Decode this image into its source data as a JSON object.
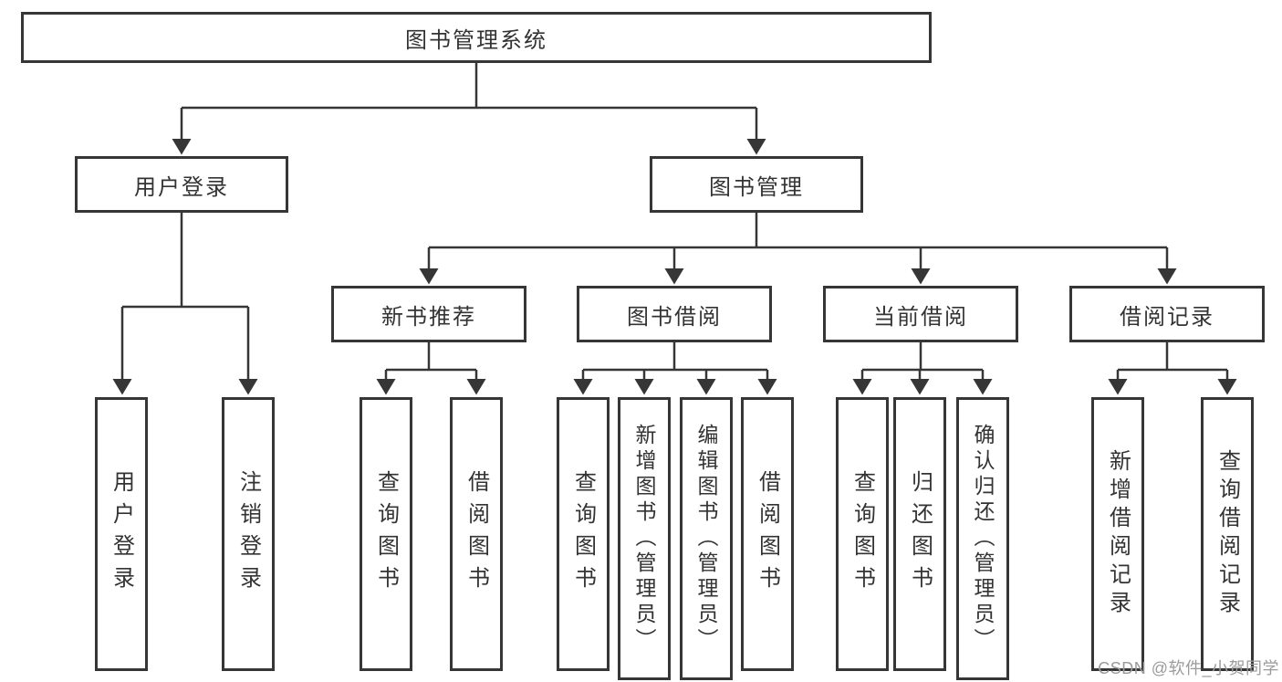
{
  "tree": {
    "root": {
      "label": "图书管理系统"
    },
    "level2": [
      {
        "label": "用户登录"
      },
      {
        "label": "图书管理"
      }
    ],
    "level3": [
      {
        "label": "新书推荐"
      },
      {
        "label": "图书借阅"
      },
      {
        "label": "当前借阅"
      },
      {
        "label": "借阅记录"
      }
    ],
    "leaves": {
      "user_login": [
        {
          "label": "用户登录"
        },
        {
          "label": "注销登录"
        }
      ],
      "new_books": [
        {
          "label": "查询图书"
        },
        {
          "label": "借阅图书"
        }
      ],
      "borrowing": [
        {
          "label": "查询图书"
        },
        {
          "label": "新增图书（管理员）"
        },
        {
          "label": "编辑图书（管理员）"
        },
        {
          "label": "借阅图书"
        }
      ],
      "current": [
        {
          "label": "查询图书"
        },
        {
          "label": "归还图书"
        },
        {
          "label": "确认归还（管理员）"
        }
      ],
      "records": [
        {
          "label": "新增借阅记录"
        },
        {
          "label": "查询借阅记录"
        }
      ]
    }
  },
  "watermark": {
    "text": "CSDN @软件_小贺同学"
  },
  "colors": {
    "line": "#363636",
    "box_border": "#363636",
    "text": "#333333",
    "watermark": "#9b9b9b",
    "background": "#ffffff"
  }
}
